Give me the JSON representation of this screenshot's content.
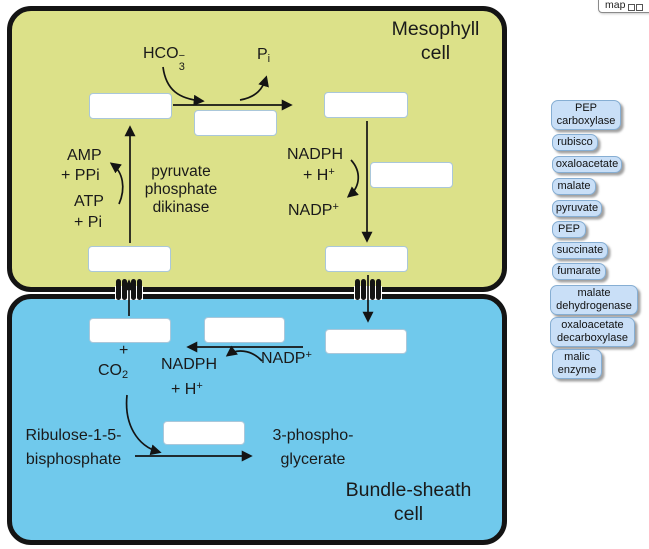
{
  "header": {
    "map_button_label": "map"
  },
  "mesophyll": {
    "title": "Mesophyll cell",
    "hco3": {
      "base": "HCO",
      "sup": "−",
      "sub": "3"
    },
    "pi": {
      "base": "P",
      "sub": "i"
    },
    "amp": "AMP",
    "plus_ppi": "+ PPi",
    "atp": "ATP",
    "plus_pi": "+ Pi",
    "enzyme_label": "pyruvate phosphate dikinase",
    "nadph": "NADPH",
    "plus_h": {
      "base": "+ H",
      "sup": "+"
    },
    "nadp": {
      "base": "NADP",
      "sup": "+"
    }
  },
  "bundle_sheath": {
    "title": "Bundle-sheath cell",
    "plus": "+",
    "co2": {
      "base": "CO",
      "sub": "2"
    },
    "nadph": "NADPH",
    "plus_h": {
      "base": "+ H",
      "sup": "+"
    },
    "nadp": {
      "base": "NADP",
      "sup": "+"
    },
    "rubp_line1": "Ribulose-1-5-",
    "rubp_line2": "bisphosphate",
    "pga_line1": "3-phospho-",
    "pga_line2": "glycerate"
  },
  "chips": [
    {
      "label": "PEP carboxylase"
    },
    {
      "label": "rubisco"
    },
    {
      "label": "oxaloacetate"
    },
    {
      "label": "malate"
    },
    {
      "label": "pyruvate"
    },
    {
      "label": "PEP"
    },
    {
      "label": "succinate"
    },
    {
      "label": "fumarate"
    },
    {
      "label": "malate dehydrogenase"
    },
    {
      "label": "oxaloacetate decarboxylase"
    },
    {
      "label": "malic enzyme"
    }
  ],
  "colors": {
    "mesophyll_fill": "#dce189",
    "bundle_sheath_fill": "#70c9ec",
    "chip_fill": "#c9dff7",
    "chip_border": "#86aed3",
    "blank_border": "#aac7da",
    "outline": "#141414"
  }
}
